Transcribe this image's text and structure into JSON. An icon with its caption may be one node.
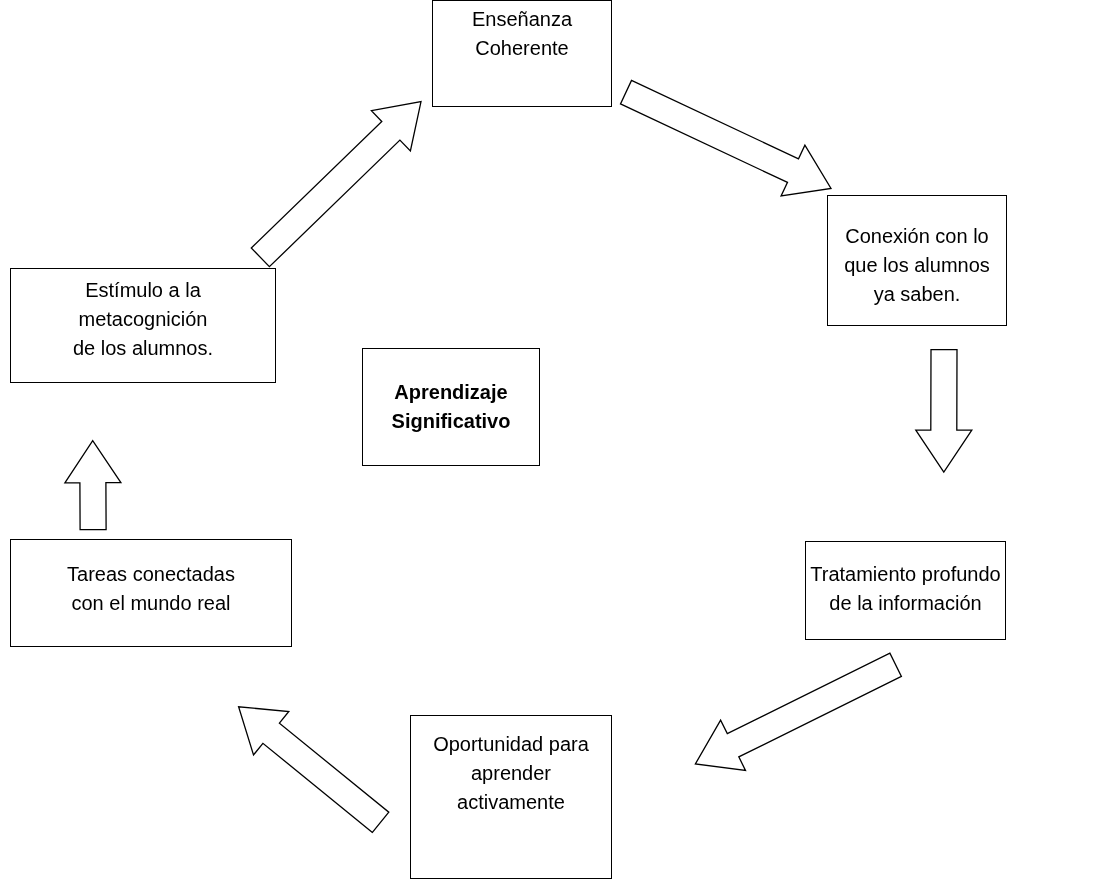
{
  "diagram": {
    "nodes": [
      {
        "text": [
          "Enseñanza Coherente"
        ]
      },
      {
        "text": [
          "Conexión con lo que los alumnos ya saben."
        ]
      },
      {
        "text": [
          "Tratamiento profundo de la información"
        ]
      },
      {
        "text": [
          "Oportunidad para aprender activamente"
        ]
      },
      {
        "text": [
          "Tareas conectadas con el mundo real"
        ]
      },
      {
        "text": [
          "Estímulo a la metacognición de los alumnos."
        ]
      },
      {
        "text": [
          "Aprendizaje Significativo"
        ]
      }
    ],
    "edges": [
      {
        "from": 5,
        "to": 0,
        "arrow": "to"
      },
      {
        "from": 0,
        "to": 1,
        "arrow": "to"
      },
      {
        "from": 1,
        "to": 2,
        "arrow": "to"
      },
      {
        "from": 2,
        "to": 3,
        "arrow": "to"
      },
      {
        "from": 3,
        "to": 4,
        "arrow": "to"
      },
      {
        "from": 4,
        "to": 5,
        "arrow": "to"
      }
    ]
  }
}
